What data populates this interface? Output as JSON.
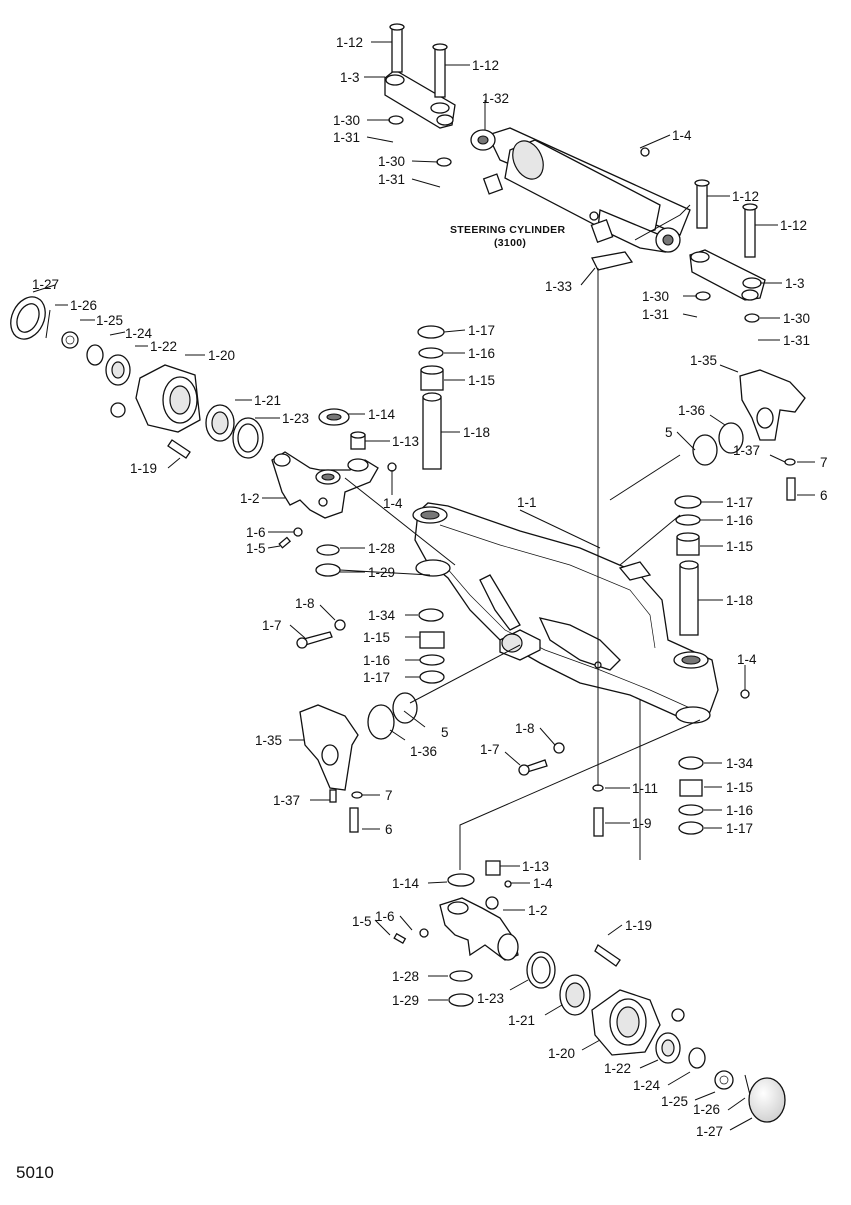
{
  "page_number": "5010",
  "steering_cylinder": {
    "title": "STEERING CYLINDER",
    "ref": "(3100)"
  },
  "callouts": [
    {
      "id": "c01",
      "text": "1-12"
    },
    {
      "id": "c02",
      "text": "1-12"
    },
    {
      "id": "c03",
      "text": "1-3"
    },
    {
      "id": "c04",
      "text": "1-32"
    },
    {
      "id": "c05",
      "text": "1-30"
    },
    {
      "id": "c06",
      "text": "1-31"
    },
    {
      "id": "c07",
      "text": "1-4"
    },
    {
      "id": "c08",
      "text": "1-30"
    },
    {
      "id": "c09",
      "text": "1-31"
    },
    {
      "id": "c10",
      "text": "1-12"
    },
    {
      "id": "c11",
      "text": "1-12"
    },
    {
      "id": "c12",
      "text": "1-33"
    },
    {
      "id": "c13",
      "text": "1-3"
    },
    {
      "id": "c14",
      "text": "1-30"
    },
    {
      "id": "c15",
      "text": "1-31"
    },
    {
      "id": "c16",
      "text": "1-30"
    },
    {
      "id": "c17",
      "text": "1-31"
    },
    {
      "id": "c18",
      "text": "1-27"
    },
    {
      "id": "c19",
      "text": "1-26"
    },
    {
      "id": "c20",
      "text": "1-25"
    },
    {
      "id": "c21",
      "text": "1-24"
    },
    {
      "id": "c22",
      "text": "1-22"
    },
    {
      "id": "c23",
      "text": "1-20"
    },
    {
      "id": "c24",
      "text": "1-21"
    },
    {
      "id": "c25",
      "text": "1-23"
    },
    {
      "id": "c26",
      "text": "1-19"
    },
    {
      "id": "c27",
      "text": "1-17"
    },
    {
      "id": "c28",
      "text": "1-16"
    },
    {
      "id": "c29",
      "text": "1-15"
    },
    {
      "id": "c30",
      "text": "1-14"
    },
    {
      "id": "c31",
      "text": "1-13"
    },
    {
      "id": "c32",
      "text": "1-18"
    },
    {
      "id": "c33",
      "text": "1-4"
    },
    {
      "id": "c34",
      "text": "1-2"
    },
    {
      "id": "c35",
      "text": "1-6"
    },
    {
      "id": "c36",
      "text": "1-5"
    },
    {
      "id": "c37",
      "text": "1-28"
    },
    {
      "id": "c38",
      "text": "1-29"
    },
    {
      "id": "c39",
      "text": "1-35"
    },
    {
      "id": "c40",
      "text": "1-36"
    },
    {
      "id": "c41",
      "text": "5"
    },
    {
      "id": "c42",
      "text": "1-37"
    },
    {
      "id": "c43",
      "text": "7"
    },
    {
      "id": "c44",
      "text": "6"
    },
    {
      "id": "c45",
      "text": "1-1"
    },
    {
      "id": "c46",
      "text": "1-17"
    },
    {
      "id": "c47",
      "text": "1-16"
    },
    {
      "id": "c48",
      "text": "1-15"
    },
    {
      "id": "c49",
      "text": "1-18"
    },
    {
      "id": "c50",
      "text": "1-8"
    },
    {
      "id": "c51",
      "text": "1-7"
    },
    {
      "id": "c52",
      "text": "1-34"
    },
    {
      "id": "c53",
      "text": "1-15"
    },
    {
      "id": "c54",
      "text": "1-16"
    },
    {
      "id": "c55",
      "text": "1-17"
    },
    {
      "id": "c56",
      "text": "1-4"
    },
    {
      "id": "c57",
      "text": "1-35"
    },
    {
      "id": "c58",
      "text": "5"
    },
    {
      "id": "c59",
      "text": "1-36"
    },
    {
      "id": "c60",
      "text": "1-37"
    },
    {
      "id": "c61",
      "text": "7"
    },
    {
      "id": "c62",
      "text": "6"
    },
    {
      "id": "c63",
      "text": "1-8"
    },
    {
      "id": "c64",
      "text": "1-7"
    },
    {
      "id": "c65",
      "text": "1-34"
    },
    {
      "id": "c66",
      "text": "1-15"
    },
    {
      "id": "c67",
      "text": "1-16"
    },
    {
      "id": "c68",
      "text": "1-17"
    },
    {
      "id": "c69",
      "text": "1-11"
    },
    {
      "id": "c70",
      "text": "1-9"
    },
    {
      "id": "c71",
      "text": "1-13"
    },
    {
      "id": "c72",
      "text": "1-14"
    },
    {
      "id": "c73",
      "text": "1-4"
    },
    {
      "id": "c74",
      "text": "1-6"
    },
    {
      "id": "c75",
      "text": "1-5"
    },
    {
      "id": "c76",
      "text": "1-2"
    },
    {
      "id": "c77",
      "text": "1-19"
    },
    {
      "id": "c78",
      "text": "1-28"
    },
    {
      "id": "c79",
      "text": "1-29"
    },
    {
      "id": "c80",
      "text": "1-23"
    },
    {
      "id": "c81",
      "text": "1-21"
    },
    {
      "id": "c82",
      "text": "1-20"
    },
    {
      "id": "c83",
      "text": "1-22"
    },
    {
      "id": "c84",
      "text": "1-24"
    },
    {
      "id": "c85",
      "text": "1-25"
    },
    {
      "id": "c86",
      "text": "1-26"
    },
    {
      "id": "c87",
      "text": "1-27"
    }
  ]
}
